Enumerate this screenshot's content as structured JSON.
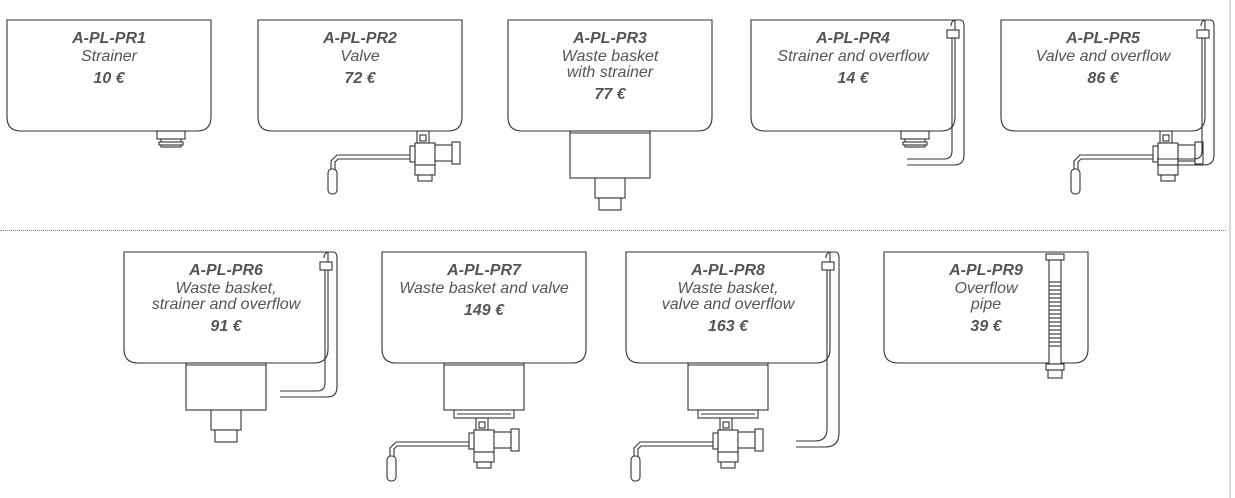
{
  "products": [
    {
      "code": "A-PL-PR1",
      "desc_lines": [
        "Strainer"
      ],
      "price": "10 €"
    },
    {
      "code": "A-PL-PR2",
      "desc_lines": [
        "Valve"
      ],
      "price": "72 €"
    },
    {
      "code": "A-PL-PR3",
      "desc_lines": [
        "Waste basket",
        "with strainer"
      ],
      "price": "77 €"
    },
    {
      "code": "A-PL-PR4",
      "desc_lines": [
        "Strainer and overflow"
      ],
      "price": "14 €"
    },
    {
      "code": "A-PL-PR5",
      "desc_lines": [
        "Valve and overflow"
      ],
      "price": "86 €"
    },
    {
      "code": "A-PL-PR6",
      "desc_lines": [
        "Waste basket,",
        "strainer and overflow"
      ],
      "price": "91 €"
    },
    {
      "code": "A-PL-PR7",
      "desc_lines": [
        "Waste basket and valve"
      ],
      "price": "149 €"
    },
    {
      "code": "A-PL-PR8",
      "desc_lines": [
        "Waste basket,",
        "valve and overflow"
      ],
      "price": "163 €"
    },
    {
      "code": "A-PL-PR9",
      "desc_lines": [
        "Overflow",
        "pipe"
      ],
      "price": "39 €"
    }
  ]
}
